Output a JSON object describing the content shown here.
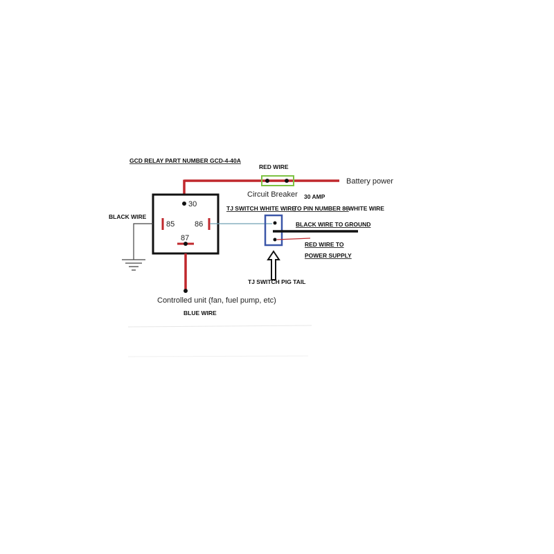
{
  "labels": {
    "title": "GCD RELAY PART NUMBER GCD-4-40A",
    "red_wire": "RED WIRE",
    "battery_power": "Battery power",
    "circuit_breaker": "Circuit Breaker",
    "amp": "30 AMP",
    "black_wire": "BLACK WIRE",
    "tj_white_wire": "TJ SWITCH WHITE WIRE",
    "to_pin_86": "TO PIN NUMBER 86",
    "white_wire": "WHITE WIRE",
    "black_to_ground": "BLACK WIRE TO GROUND",
    "red_to_power_line1": "RED WIRE TO",
    "red_to_power_line2": "POWER SUPPLY",
    "pig_tail": "TJ SWITCH PIG TAIL",
    "controlled_unit": "Controlled unit (fan, fuel pump, etc)",
    "blue_wire": "BLUE WIRE"
  },
  "pins": {
    "p30": "30",
    "p85": "85",
    "p86": "86",
    "p87": "87"
  },
  "colors": {
    "red_wire": "#c0282d",
    "relay_box": "#111111",
    "breaker_box": "#7dc242",
    "switch_box": "#3b56a8",
    "white_wire": "#6fa0b5",
    "ground": "#444444"
  }
}
